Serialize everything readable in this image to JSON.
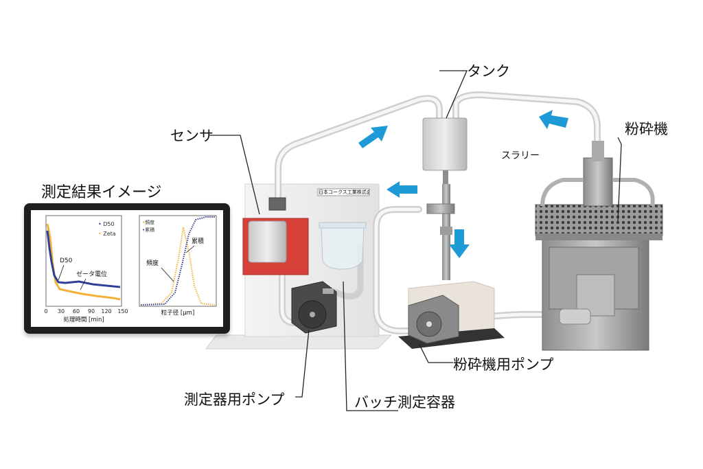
{
  "labels": {
    "result_image": "測定結果イメージ",
    "sensor": "センサ",
    "tank": "タンク",
    "grinder": "粉砕機",
    "slurry": "スラリー",
    "measure_pump": "測定器用ポンプ",
    "batch_container": "バッチ測定容器",
    "grinder_pump": "粉砕機用ポンプ",
    "panel_plate": "日本コークス工業株式会社"
  },
  "chart_left": {
    "legend": [
      "D50",
      "Zeta"
    ],
    "annotation_d50": "D50",
    "annotation_zeta": "ゼータ電位",
    "x_ticks": [
      "0",
      "30",
      "60",
      "90",
      "120",
      "150"
    ],
    "xlabel": "処理時間 [min]"
  },
  "chart_right": {
    "legend": [
      "頻度",
      "累積"
    ],
    "annotation_cumulative": "累積",
    "annotation_frequency": "頻度",
    "xlabel": "粒子径 [μm]"
  },
  "colors": {
    "arrow": "#1e9ad6",
    "sensor_red": "#d8413a",
    "d50_series": "#2f3f96",
    "zeta_series": "#f2b23a"
  }
}
